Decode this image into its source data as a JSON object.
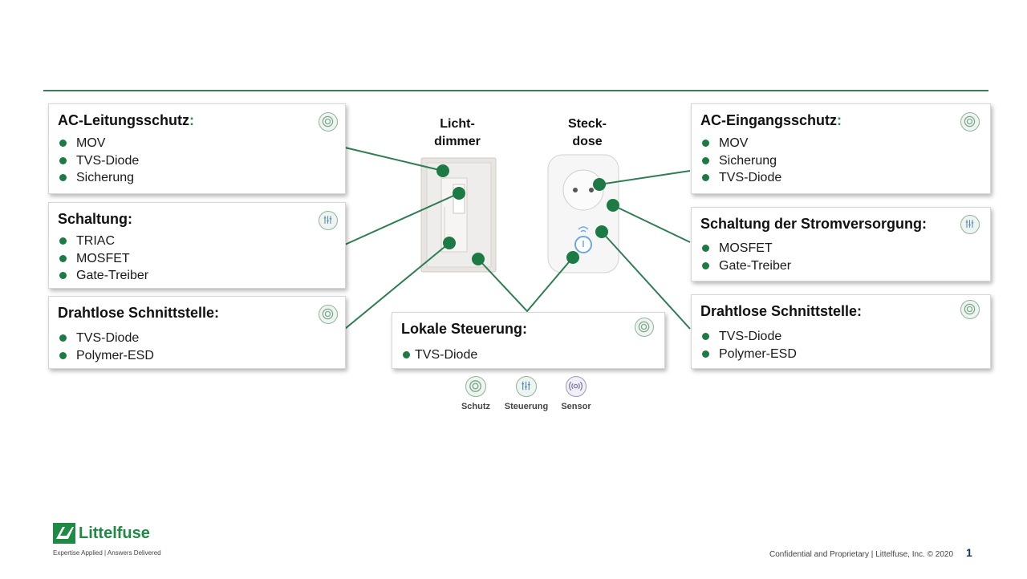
{
  "devices": {
    "dimmer_label": "Licht-\ndimmer",
    "outlet_label": "Steck-\ndose"
  },
  "cards": {
    "ac_line": {
      "title": "AC-Leitungsschutz",
      "colon": ":",
      "items": [
        "MOV",
        "TVS-Diode",
        "Sicherung"
      ],
      "icon": "shield-icon"
    },
    "circuit_left": {
      "title": "Schaltung:",
      "items": [
        "TRIAC",
        "MOSFET",
        "Gate-Treiber"
      ],
      "icon": "control-sliders-icon"
    },
    "wireless_left": {
      "title": "Drahtlose Schnittstelle:",
      "items": [
        "TVS-Diode",
        "Polymer-ESD"
      ],
      "icon": "shield-icon"
    },
    "local_control": {
      "title": "Lokale Steuerung:",
      "items": [
        "TVS-Diode"
      ],
      "icon": "shield-icon"
    },
    "ac_input": {
      "title": "AC-Eingangsschutz",
      "colon": ":",
      "items": [
        "MOV",
        "Sicherung",
        "TVS-Diode"
      ],
      "icon": "shield-icon"
    },
    "power_circuit": {
      "title": "Schaltung der Stromversorgung:",
      "items": [
        "MOSFET",
        "Gate-Treiber"
      ],
      "icon": "control-sliders-icon"
    },
    "wireless_right": {
      "title": "Drahtlose Schnittstelle:",
      "items": [
        "TVS-Diode",
        "Polymer-ESD"
      ],
      "icon": "shield-icon"
    }
  },
  "legend": [
    {
      "label": "Schutz",
      "icon": "shield-icon"
    },
    {
      "label": "Steuerung",
      "icon": "control-sliders-icon"
    },
    {
      "label": "Sensor",
      "icon": "sensor-icon"
    }
  ],
  "brand": {
    "name": "Littelfuse",
    "tagline": "Expertise Applied | Answers Delivered",
    "color": "#1f8a43"
  },
  "footer": {
    "text": "Confidential and Proprietary | Littelfuse, Inc. © 2020",
    "page_number": "1"
  },
  "colors": {
    "accent": "#1e7a45",
    "rule": "#3b7d57"
  }
}
